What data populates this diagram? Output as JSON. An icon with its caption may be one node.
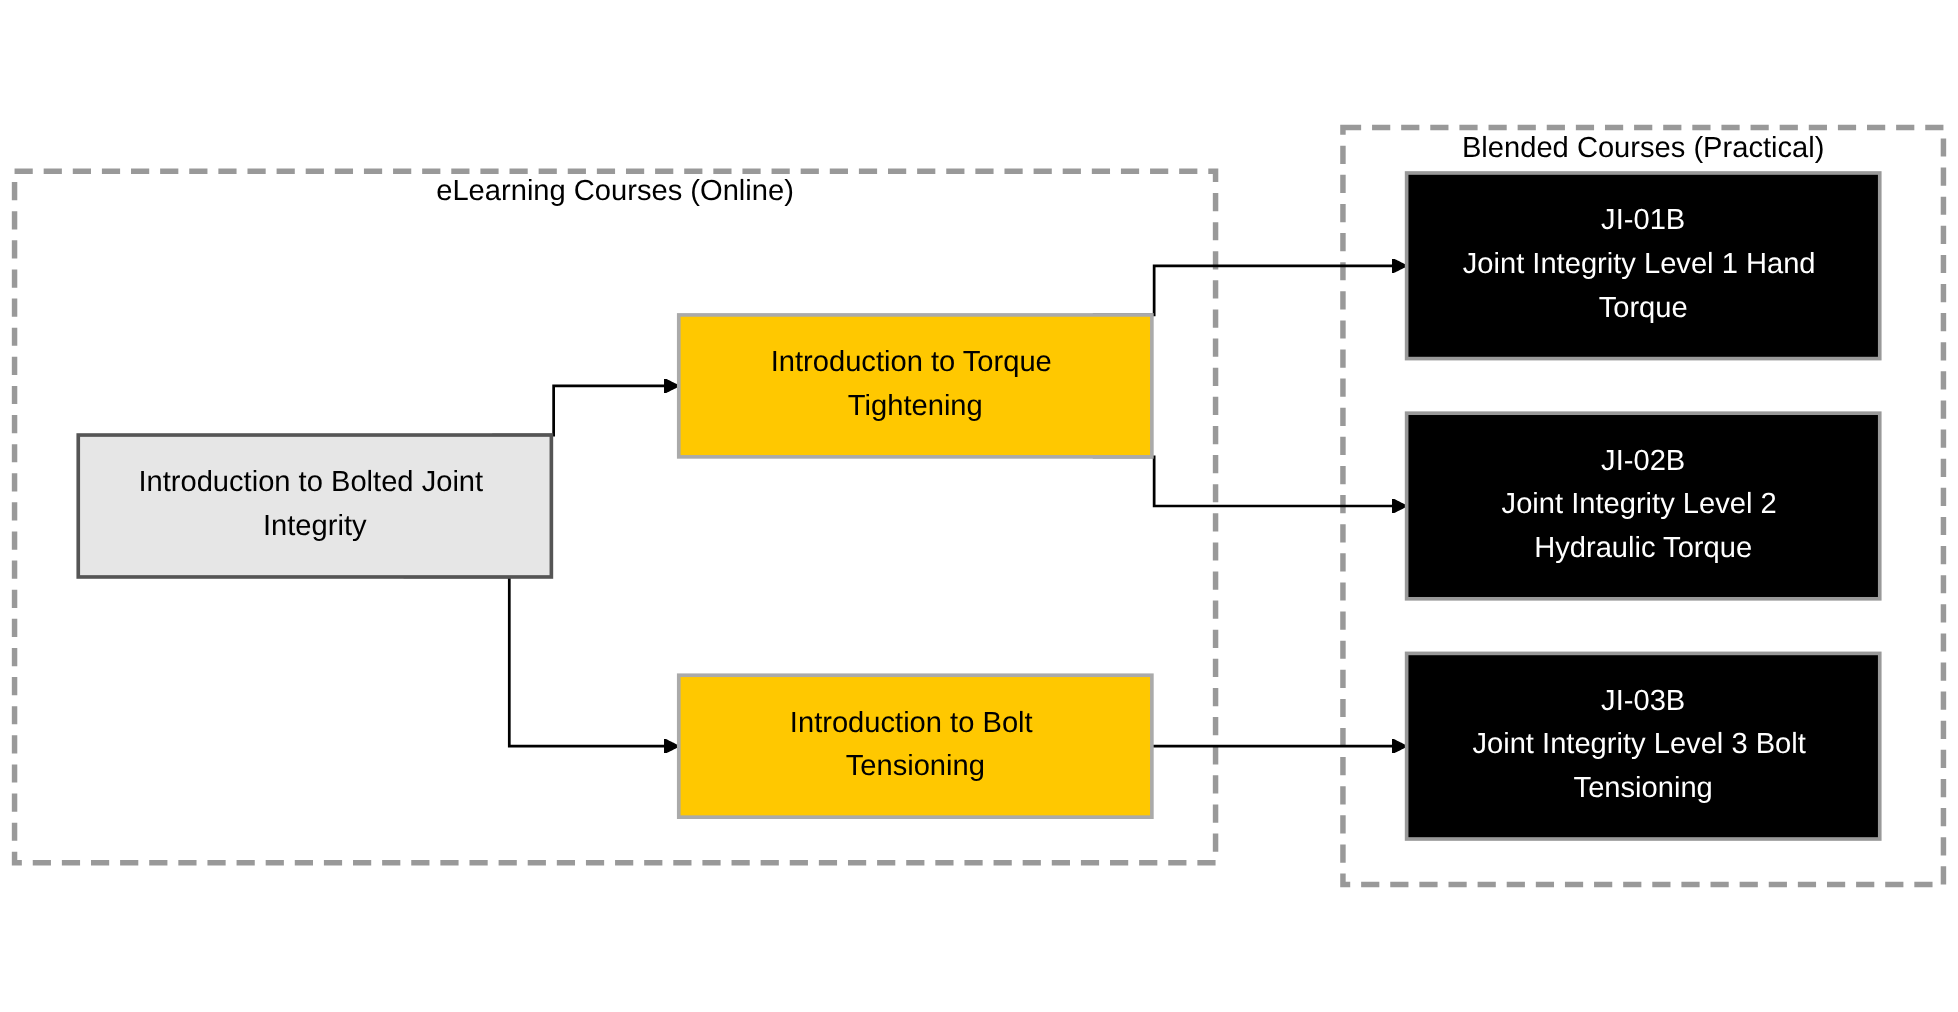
{
  "diagram": {
    "nodes": [
      {
        "text": [
          "eLearning Courses (Online)"
        ]
      },
      {
        "text": [
          "Introduction to Bolted Joint Integrity"
        ],
        "in": 0
      },
      {
        "text": [
          "Introduction to Torque Tightening"
        ],
        "in": 0
      },
      {
        "text": [
          "Introduction to Bolt Tensioning"
        ],
        "in": 0
      },
      {
        "text": [
          "Blended Courses (Practical)"
        ]
      },
      {
        "text": [
          "JI-01B",
          "Joint Integrity Level 1 Hand Torque"
        ],
        "in": 4
      },
      {
        "text": [
          "JI-02B",
          "Joint Integrity Level 2 Hydraulic Torque"
        ],
        "in": 4
      },
      {
        "text": [
          "JI-03B",
          "Joint Integrity Level 3 Bolt Tensioning"
        ],
        "in": 4
      }
    ],
    "edges": [
      {
        "from": 1,
        "to": 2,
        "arrow": "to"
      },
      {
        "from": 1,
        "to": 3,
        "arrow": "to"
      },
      {
        "from": 2,
        "to": 5,
        "arrow": "to"
      },
      {
        "from": 2,
        "to": 6,
        "arrow": "to"
      },
      {
        "from": 3,
        "to": 7,
        "arrow": "to"
      }
    ]
  }
}
